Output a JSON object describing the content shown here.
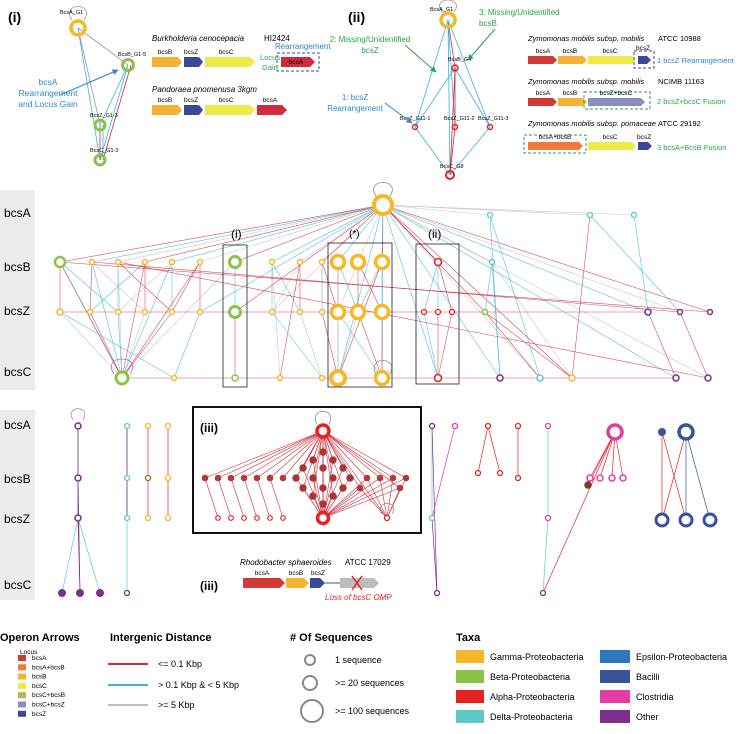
{
  "panels": {
    "i_label": "(i)",
    "ii_label": "(ii)",
    "iii_label": "(iii)",
    "star_label": "(*)"
  },
  "panel_i": {
    "nodes": [
      "BcsA_G1",
      "BcsB_G1-5",
      "BcsZ_G1-3",
      "BcsC_G1-3"
    ],
    "annotation": [
      "bcsA",
      "Rearrangement",
      "and Locus Gain"
    ],
    "org1": "Burkholderia cenocepacia",
    "org1_strain": "HI2424",
    "org2": "Pandoraea pnomenusa 3kgm",
    "locus_gain": [
      "Locus",
      "Gain"
    ],
    "rearrangement": "Rearrangement",
    "genes1": [
      "bcsB",
      "bcsZ",
      "bcsC",
      "bcsA"
    ],
    "genes2": [
      "bcsB",
      "bcsZ",
      "bcsC",
      "bcsA"
    ]
  },
  "panel_ii": {
    "nodes": [
      "BcsA_G1",
      "BcsB_G4",
      "BcsZ_G11-1",
      "BcsZ_G11-2",
      "BcsZ_G11-3",
      "BcsC_G8"
    ],
    "ann1": [
      "1: bcsZ",
      "Rearrangement"
    ],
    "ann2": [
      "2: Missing/Unidentified",
      "bcsZ"
    ],
    "ann3": [
      "3: Missing/Unidentified",
      "bcsB"
    ],
    "org1": "Zymomonas mobilis subsp. mobilis",
    "org1_strain": "ATCC 10988",
    "org2": "Zymomonas mobilis subsp. mobilis",
    "org2_strain": "NCIMB 11163",
    "org3": "Zymomonas mobilis subsp. pomaceae",
    "org3_strain": "ATCC 29192",
    "note1": "1 bcsZ Rearrangement",
    "note2": "2 bcsZ+bcsC Fusion",
    "note3": "3 bcsA+BcsB Fusion",
    "genes1": [
      "bcsA",
      "bcsB",
      "bcsC",
      "bcsZ"
    ],
    "genes2": [
      "bcsA",
      "bcsB",
      "bcsZ+bcsC"
    ],
    "genes3": [
      "bcsA+bcsB",
      "bcsC",
      "bcsZ"
    ]
  },
  "panel_iii": {
    "org": "Rhodobacter sphaeroides",
    "org_strain": "ATCC 17029",
    "genes": [
      "bcsA",
      "bcsB",
      "bcsZ"
    ],
    "loss": "Loss of bcsC OMP"
  },
  "rows": [
    "bcsA",
    "bcsB",
    "bcsZ",
    "bcsC"
  ],
  "legend": {
    "operon_title": "Operon Arrows",
    "locus_label": "Locus",
    "locus": [
      {
        "name": "bcsA",
        "color": "#d23a36"
      },
      {
        "name": "bcsA+bcsB",
        "color": "#ef7a3a"
      },
      {
        "name": "bcsB",
        "color": "#f5b335"
      },
      {
        "name": "bcsC",
        "color": "#eeea48"
      },
      {
        "name": "bcsC+bcsB",
        "color": "#b7b55a"
      },
      {
        "name": "bcsC+bcsZ",
        "color": "#8c8fbe"
      },
      {
        "name": "bcsZ",
        "color": "#3b4898"
      }
    ],
    "dist_title": "Intergenic Distance",
    "dist": [
      {
        "name": "<= 0.1 Kbp",
        "color": "#d22b3c"
      },
      {
        "name": "> 0.1 Kbp & < 5 Kbp",
        "color": "#37b4e0"
      },
      {
        "name": ">= 5 Kbp",
        "color": "#bdbdbd"
      }
    ],
    "seq_title": "# Of Sequences",
    "seq": [
      "1 sequence",
      ">= 20 sequences",
      ">= 100 sequences"
    ],
    "taxa_title": "Taxa",
    "taxa": [
      {
        "name": "Gamma-Proteobacteria",
        "color": "#f6b829"
      },
      {
        "name": "Beta-Proteobacteria",
        "color": "#8bc34a"
      },
      {
        "name": "Alpha-Proteobacteria",
        "color": "#e32323"
      },
      {
        "name": "Delta-Proteobacteria",
        "color": "#5ecac8"
      },
      {
        "name": "Epsilon-Proteobacteria",
        "color": "#2c78bd"
      },
      {
        "name": "Bacilli",
        "color": "#37549b"
      },
      {
        "name": "Clostridia",
        "color": "#e13ea3"
      },
      {
        "name": "Other",
        "color": "#7b2f8a"
      }
    ]
  }
}
